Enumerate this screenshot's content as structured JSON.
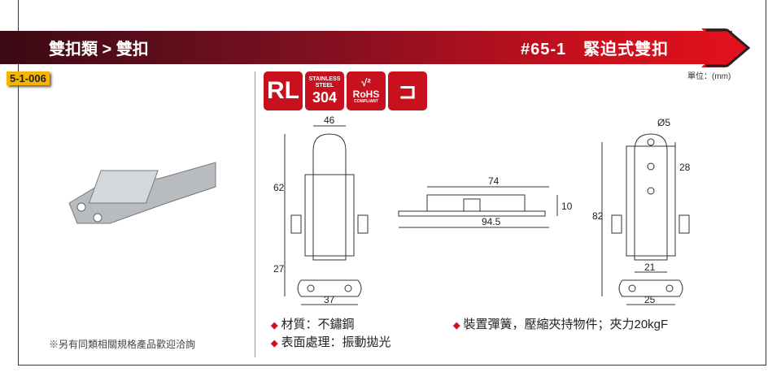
{
  "header": {
    "breadcrumb": "雙扣類 > 雙扣",
    "title": "#65-1　緊迫式雙扣"
  },
  "product_code": "5-1-006",
  "unit": "單位：(mm)",
  "badges": {
    "rl": "RL",
    "steel_top": "STAINLESS STEEL",
    "steel_num": "304",
    "rohs": "RoHS",
    "rohs_sub": "COMPLIANT"
  },
  "dimensions": {
    "d46": "46",
    "d62": "62",
    "d27": "27",
    "d37": "37",
    "d74": "74",
    "d945": "94.5",
    "d10": "10",
    "phi5": "Ø5",
    "d28": "28",
    "d82": "82",
    "d21": "21",
    "d25": "25"
  },
  "note": "※另有同類相關規格產品歡迎洽詢",
  "features": [
    "材質：不鏽鋼",
    "表面處理：振動拋光",
    "裝置彈簧，壓縮夾持物件；夾力20kgF"
  ]
}
